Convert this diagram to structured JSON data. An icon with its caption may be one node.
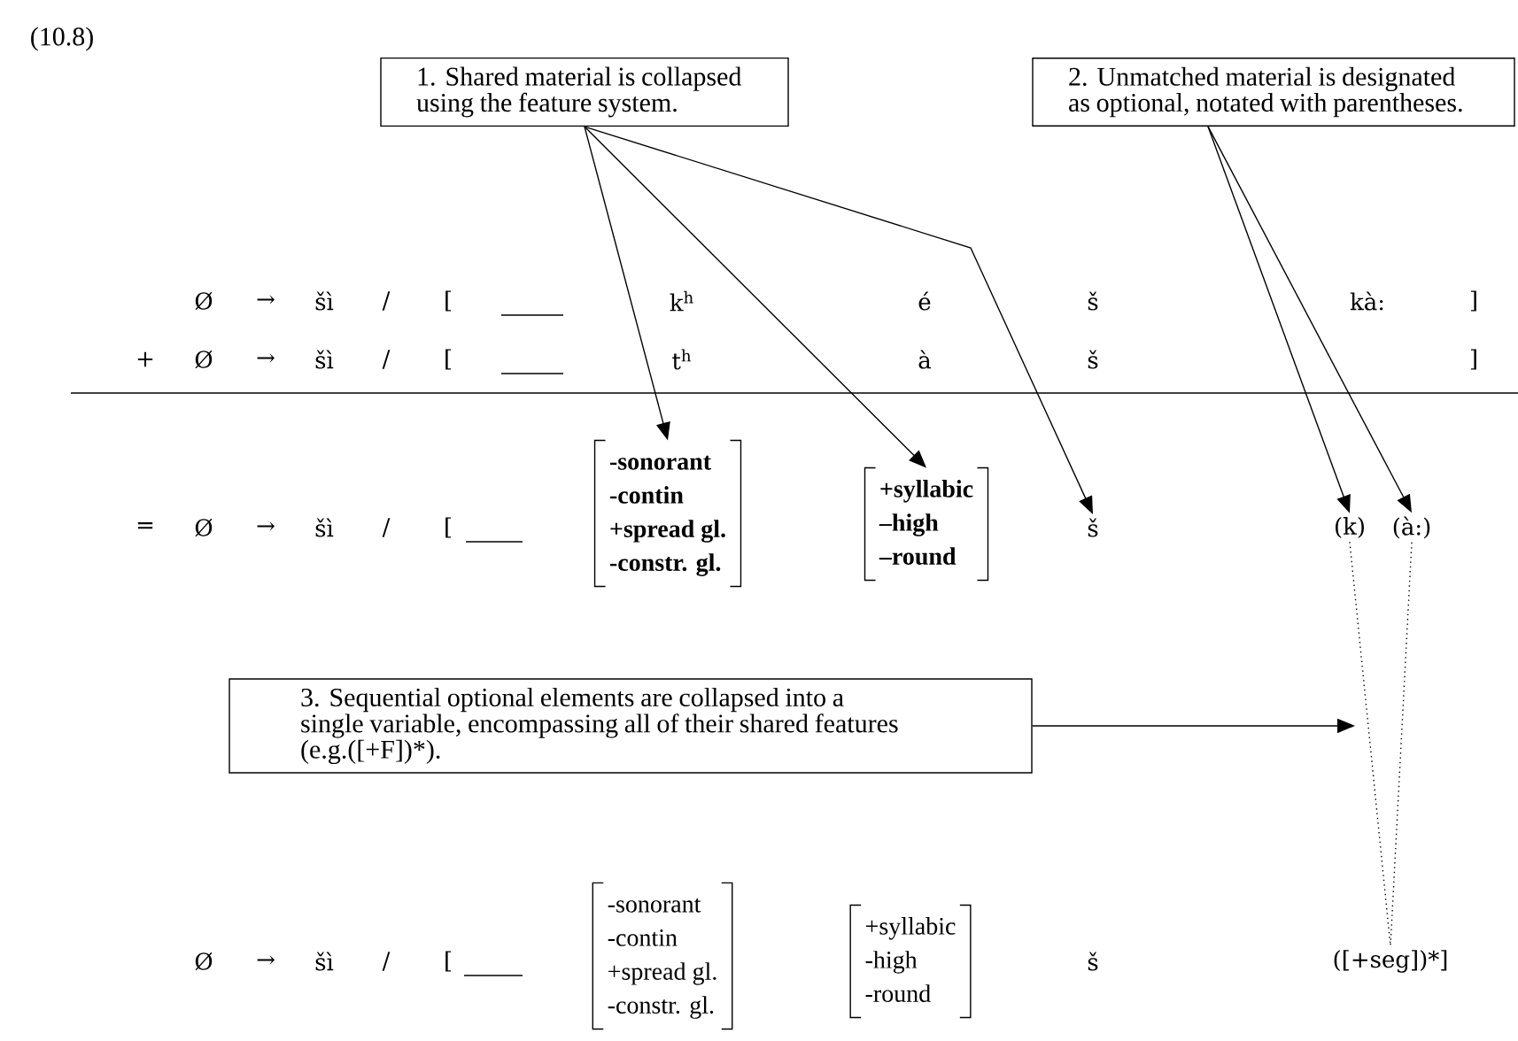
{
  "diagram": {
    "nodes": [
      {
        "text": [
          "1. Shared material is collapsed using the feature system."
        ]
      },
      {
        "text": [
          "2. Unmatched material is designated as optional, notated with parentheses."
        ]
      },
      {
        "text": [
          "3. Sequential optional elements are collapsed into a single variable, encompassing all of their shared features (e.g.([+F])*)."
        ]
      },
      {
        "text": [
          "-sonorant",
          "-contin",
          "+spread gl.",
          "-constr. gl."
        ]
      },
      {
        "text": [
          "+syllabic",
          "–high",
          "–round"
        ]
      },
      {
        "text": [
          "š"
        ]
      },
      {
        "text": [
          "(k)"
        ]
      },
      {
        "text": [
          "(à:)"
        ]
      },
      {
        "text": [
          "([+seg])*]"
        ]
      }
    ],
    "edges": [
      {
        "from": 0,
        "to": 3,
        "arrow": "to"
      },
      {
        "from": 0,
        "to": 4,
        "arrow": "to"
      },
      {
        "from": 0,
        "to": 5,
        "arrow": "to"
      },
      {
        "from": 1,
        "to": 6,
        "arrow": "to"
      },
      {
        "from": 1,
        "to": 7,
        "arrow": "to"
      },
      {
        "from": 2,
        "to": null,
        "arrow": "to"
      },
      {
        "from": 6,
        "to": 8,
        "arrow": "none",
        "style": "dashed"
      },
      {
        "from": 7,
        "to": 8,
        "arrow": "none",
        "style": "dashed"
      }
    ],
    "labels": [
      "(10.8)",
      "Ø",
      "→",
      "šì",
      "/",
      "[",
      "k$^{h}$",
      "é",
      "š",
      "kà:",
      "]",
      "+",
      "Ø",
      "→",
      "šì",
      "/",
      "[",
      "t$^{h}$",
      "à",
      "š",
      "]",
      "=",
      "Ø",
      "→",
      "šì",
      "/",
      "[",
      "Ø",
      "→",
      "šì",
      "/",
      "[",
      "-sonorant",
      "-contin",
      "+spread gl.",
      "-constr. gl.",
      "+syllabic",
      "-high",
      "-round",
      "š"
    ]
  }
}
